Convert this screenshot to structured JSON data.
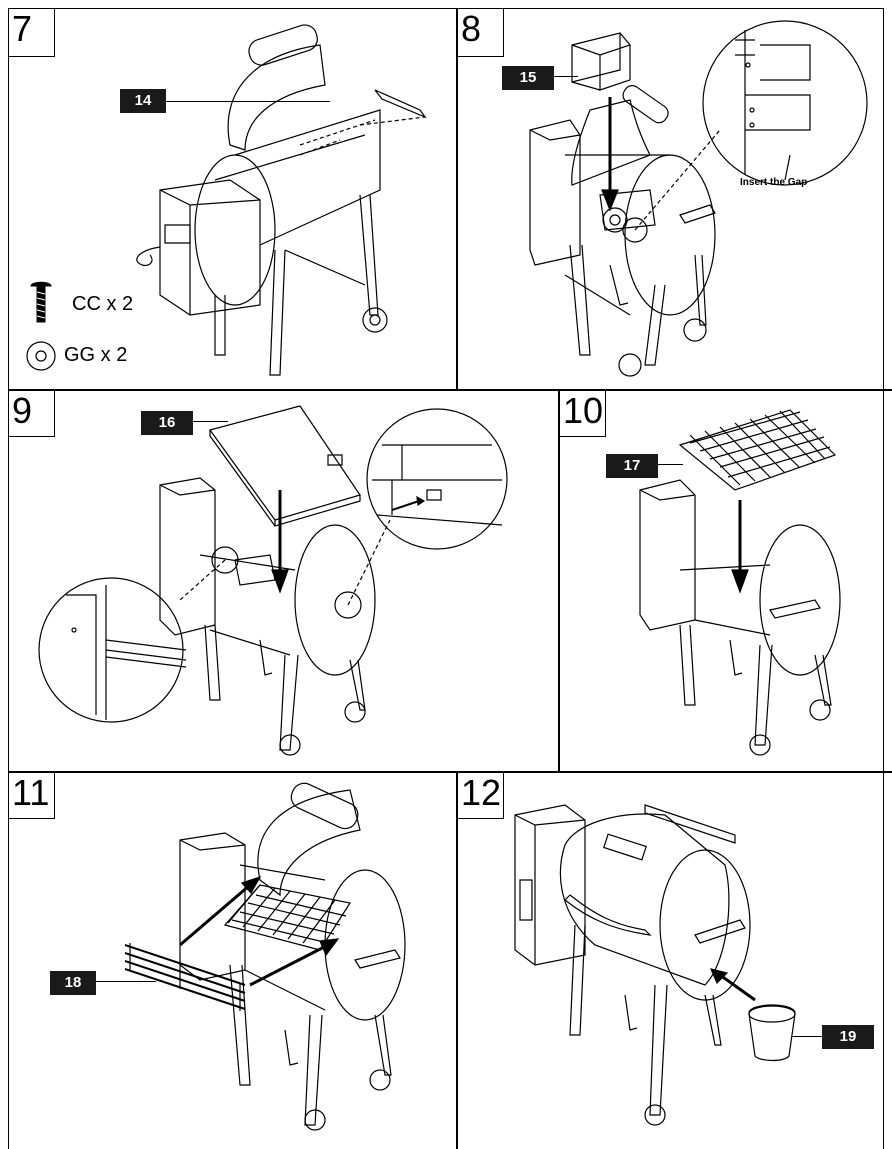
{
  "steps": [
    {
      "number": "7",
      "part": "14"
    },
    {
      "number": "8",
      "part": "15",
      "callout": "Insert the Gap"
    },
    {
      "number": "9",
      "part": "16"
    },
    {
      "number": "10",
      "part": "17"
    },
    {
      "number": "11",
      "part": "18"
    },
    {
      "number": "12",
      "part": "19"
    }
  ],
  "hardware": [
    {
      "icon": "screw-icon",
      "label": "CC x 2"
    },
    {
      "icon": "washer-icon",
      "label": "GG x 2"
    }
  ],
  "colors": {
    "line": "#000000",
    "tag_bg": "#1a1a1a",
    "tag_text": "#ffffff",
    "background": "#ffffff"
  }
}
